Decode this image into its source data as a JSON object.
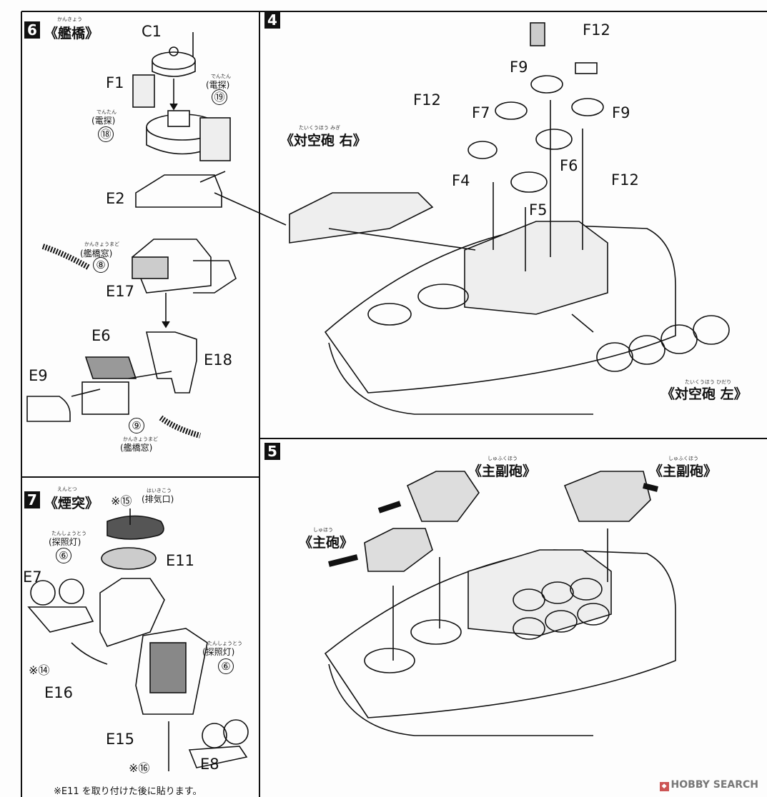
{
  "steps": {
    "s6": {
      "number": "6",
      "title": "《艦橋》",
      "ruby": "かんきょう"
    },
    "s7": {
      "number": "7",
      "title": "《煙突》",
      "ruby": "えんとつ"
    },
    "s4": {
      "number": "4"
    },
    "s5": {
      "number": "5"
    }
  },
  "parts6": {
    "c1": "C1",
    "f1": "F1",
    "e2": "E2",
    "e17": "E17",
    "e6": "E6",
    "e9": "E9",
    "e18": "E18",
    "n19": "⑲",
    "n19_label": "(電探)",
    "n19_ruby": "でんたん",
    "n18": "⑱",
    "n18_label": "(電探)",
    "n18_ruby": "でんたん",
    "n8": "⑧",
    "n8_label": "(艦橋窓)",
    "n8_ruby": "かんきょうまど",
    "n9": "⑨",
    "n9_label": "(艦橋窓)",
    "n9_ruby": "かんきょうまど"
  },
  "parts7": {
    "e11": "E11",
    "e7": "E7",
    "e16": "E16",
    "e15": "E15",
    "e8": "E8",
    "n15": "※⑮",
    "n15_label": "(排気口)",
    "n15_ruby": "はいきこう",
    "n6a": "⑥",
    "n6a_label": "(探照灯)",
    "n6a_ruby": "たんしょうとう",
    "n6b": "⑥",
    "n6b_label": "(探照灯)",
    "n6b_ruby": "たんしょうとう",
    "n14": "※⑭",
    "n16": "※⑯",
    "footnote": "※E11 を取り付けた後に貼ります。"
  },
  "parts4": {
    "f12a": "F12",
    "f9a": "F9",
    "f12b": "F12",
    "f7": "F7",
    "f9b": "F9",
    "f4": "F4",
    "f6": "F6",
    "f12c": "F12",
    "f5": "F5",
    "aa_right": "《対空砲 右》",
    "aa_right_ruby": "たいくうほう みぎ",
    "aa_left": "《対空砲 左》",
    "aa_left_ruby": "たいくうほう ひだり"
  },
  "parts5": {
    "secondary1": "《主副砲》",
    "secondary1_ruby": "しゅふくほう",
    "secondary2": "《主副砲》",
    "secondary2_ruby": "しゅふくほう",
    "main": "《主砲》",
    "main_ruby": "しゅほう"
  },
  "watermark": "HOBBY SEARCH"
}
